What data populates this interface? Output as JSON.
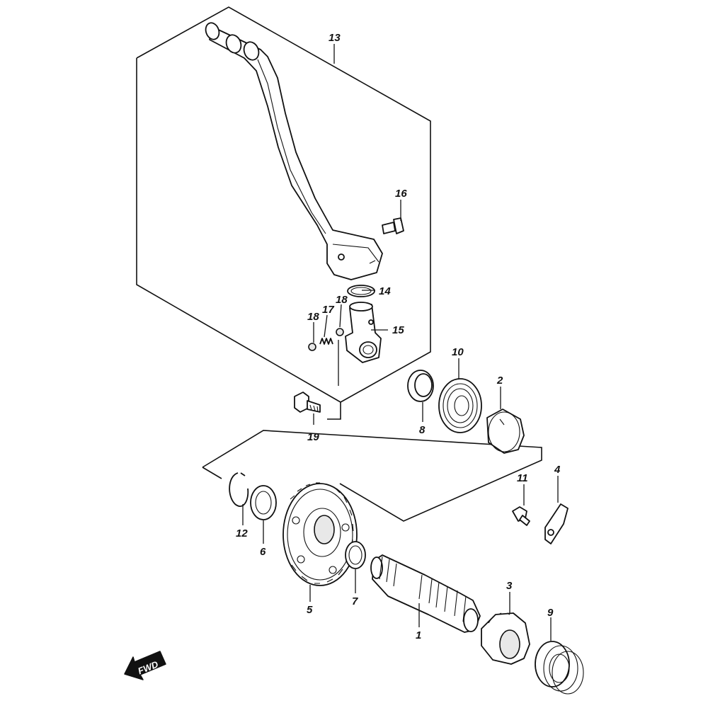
{
  "labels": {
    "p1": "1",
    "p2": "2",
    "p3": "3",
    "p4": "4",
    "p5": "5",
    "p6": "6",
    "p7": "7",
    "p8": "8",
    "p9": "9",
    "p10": "10",
    "p11": "11",
    "p12": "12",
    "p13": "13",
    "p14": "14",
    "p15": "15",
    "p16": "16",
    "p17": "17",
    "p18a": "18",
    "p18b": "18",
    "p19": "19"
  },
  "badge": {
    "text": "FWD"
  }
}
